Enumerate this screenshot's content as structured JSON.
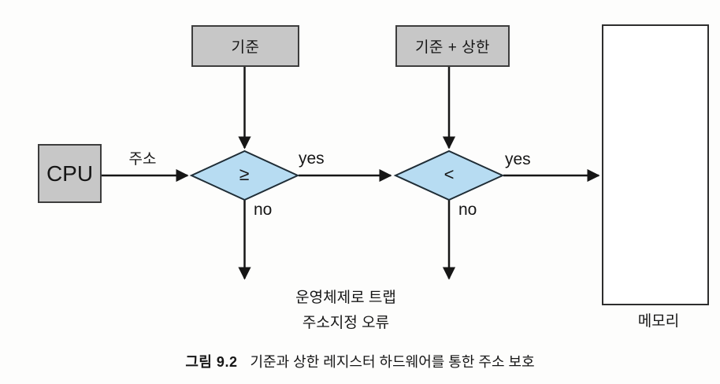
{
  "colors": {
    "bg": "#fdfdfc",
    "box-fill": "#c7c7c7",
    "box-border": "#3d3d3d",
    "diamond-fill": "#b7dcf2",
    "diamond-border": "#1f2d36",
    "line": "#161616",
    "text": "#161616"
  },
  "nodes": {
    "cpu": "CPU",
    "base_register": "기준",
    "base_plus_limit_register": "기준 + 상한",
    "memory": "메모리"
  },
  "decisions": {
    "gte_symbol": "≥",
    "lt_symbol": "<"
  },
  "edge_labels": {
    "address": "주소",
    "yes_first": "yes",
    "yes_second": "yes",
    "no_first": "no",
    "no_second": "no"
  },
  "trap": {
    "line1": "운영체제로 트랩",
    "line2": "주소지정 오류"
  },
  "caption": {
    "figure_number": "그림 9.2",
    "title": "기준과 상한 레지스터 하드웨어를 통한 주소 보호"
  }
}
